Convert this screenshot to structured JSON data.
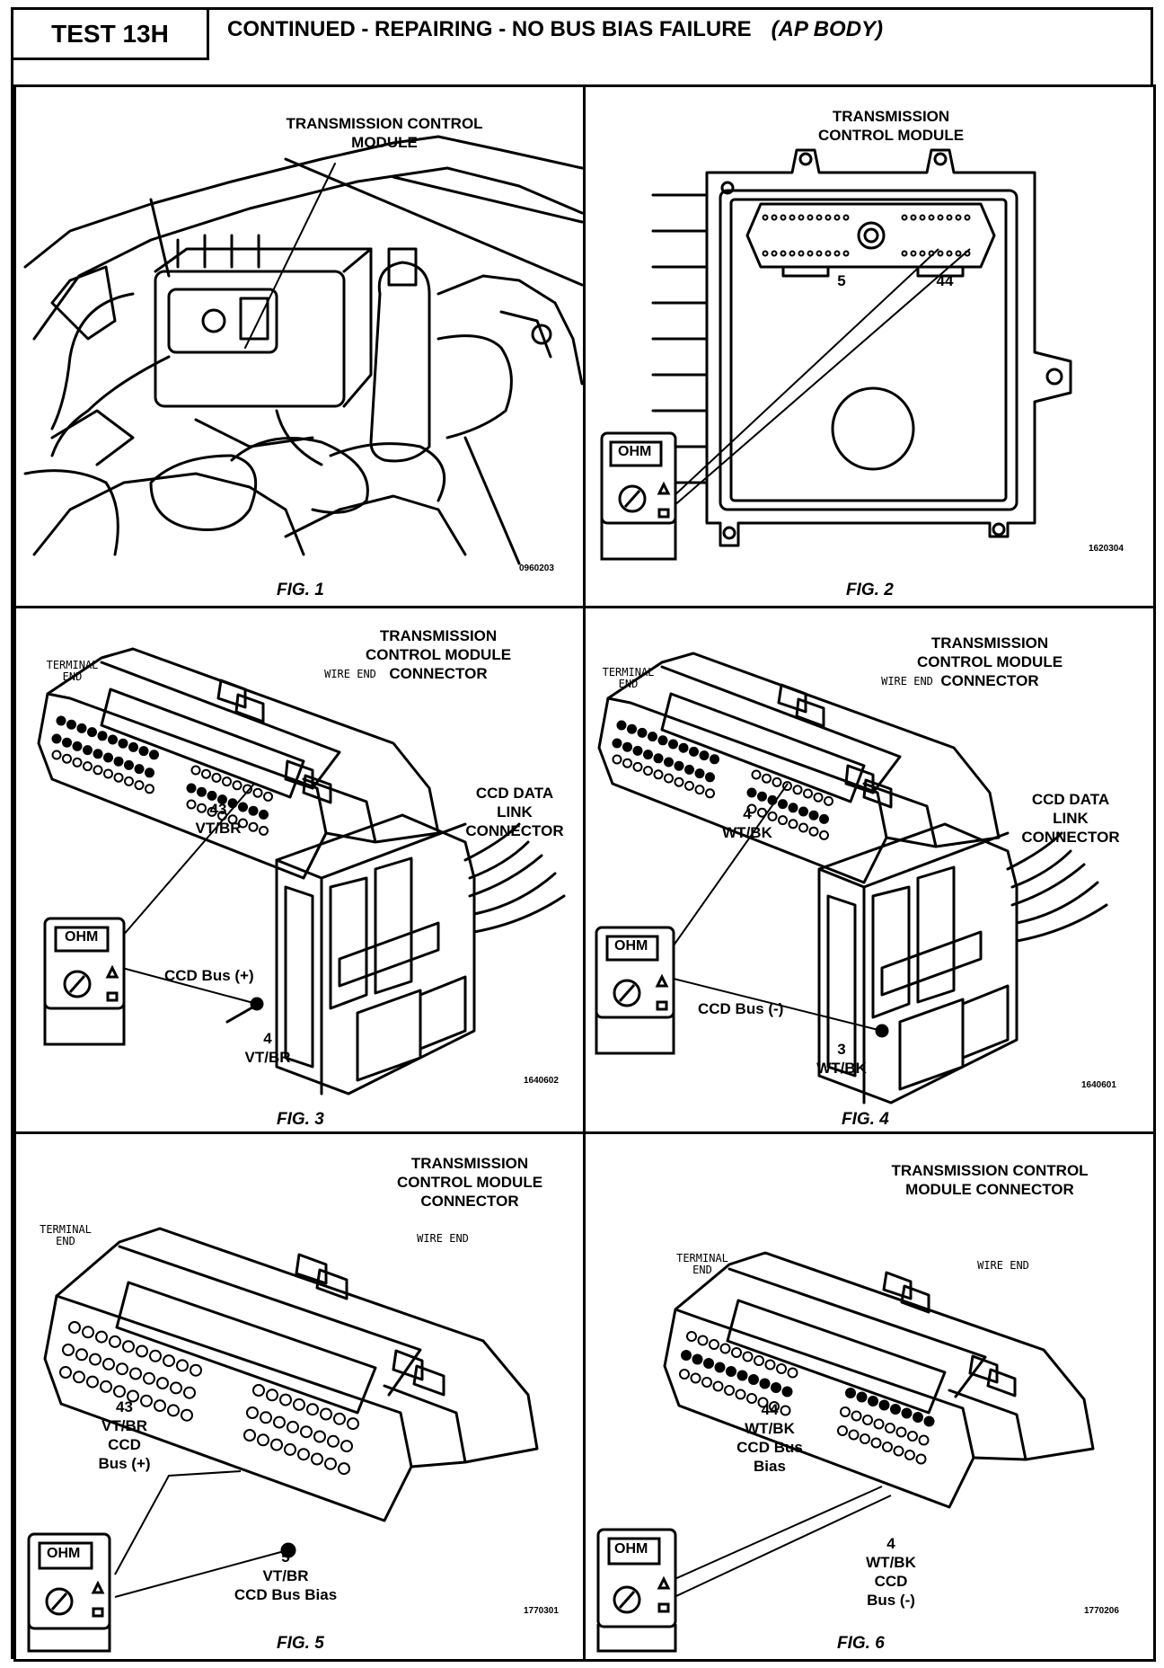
{
  "header": {
    "test_label": "TEST 13H",
    "title_main": "CONTINUED - REPAIRING - NO BUS BIAS FAILURE",
    "title_body": "(AP BODY)"
  },
  "meter": {
    "label": "OHM"
  },
  "figures": [
    {
      "caption": "FIG. 1",
      "number": "0960203",
      "module_label": "TRANSMISSION CONTROL\nMODULE"
    },
    {
      "caption": "FIG. 2",
      "number": "1620304",
      "module_label": "TRANSMISSION\nCONTROL MODULE",
      "pin_a": "5",
      "pin_b": "44"
    },
    {
      "caption": "FIG. 3",
      "number": "1640602",
      "connector_label": "TRANSMISSION\nCONTROL MODULE\nCONNECTOR",
      "terminal_end": "TERMINAL\nEND",
      "wire_end": "WIRE END",
      "ccd_label": "CCD DATA\nLINK\nCONNECTOR",
      "pin_upper": "43\nVT/BR",
      "bus_label": "CCD Bus (+)",
      "pin_lower": "4\nVT/BR"
    },
    {
      "caption": "FIG. 4",
      "number": "1640601",
      "connector_label": "TRANSMISSION\nCONTROL MODULE\nCONNECTOR",
      "terminal_end": "TERMINAL\nEND",
      "wire_end": "WIRE END",
      "ccd_label": "CCD DATA\nLINK\nCONNECTOR",
      "pin_upper": "4\nWT/BK",
      "bus_label": "CCD Bus (-)",
      "pin_lower": "3\nWT/BK"
    },
    {
      "caption": "FIG. 5",
      "number": "1770301",
      "connector_label": "TRANSMISSION\nCONTROL MODULE\nCONNECTOR",
      "terminal_end": "TERMINAL\nEND",
      "wire_end": "WIRE END",
      "pin_a": "43\nVT/BR\nCCD\nBus (+)",
      "pin_b": "5\nVT/BR\nCCD Bus Bias"
    },
    {
      "caption": "FIG. 6",
      "number": "1770206",
      "connector_label": "TRANSMISSION CONTROL\nMODULE CONNECTOR",
      "terminal_end": "TERMINAL\nEND",
      "wire_end": "WIRE END",
      "pin_a": "44\nWT/BK\nCCD Bus\nBias",
      "pin_b": "4\nWT/BK\nCCD\nBus (-)"
    }
  ]
}
